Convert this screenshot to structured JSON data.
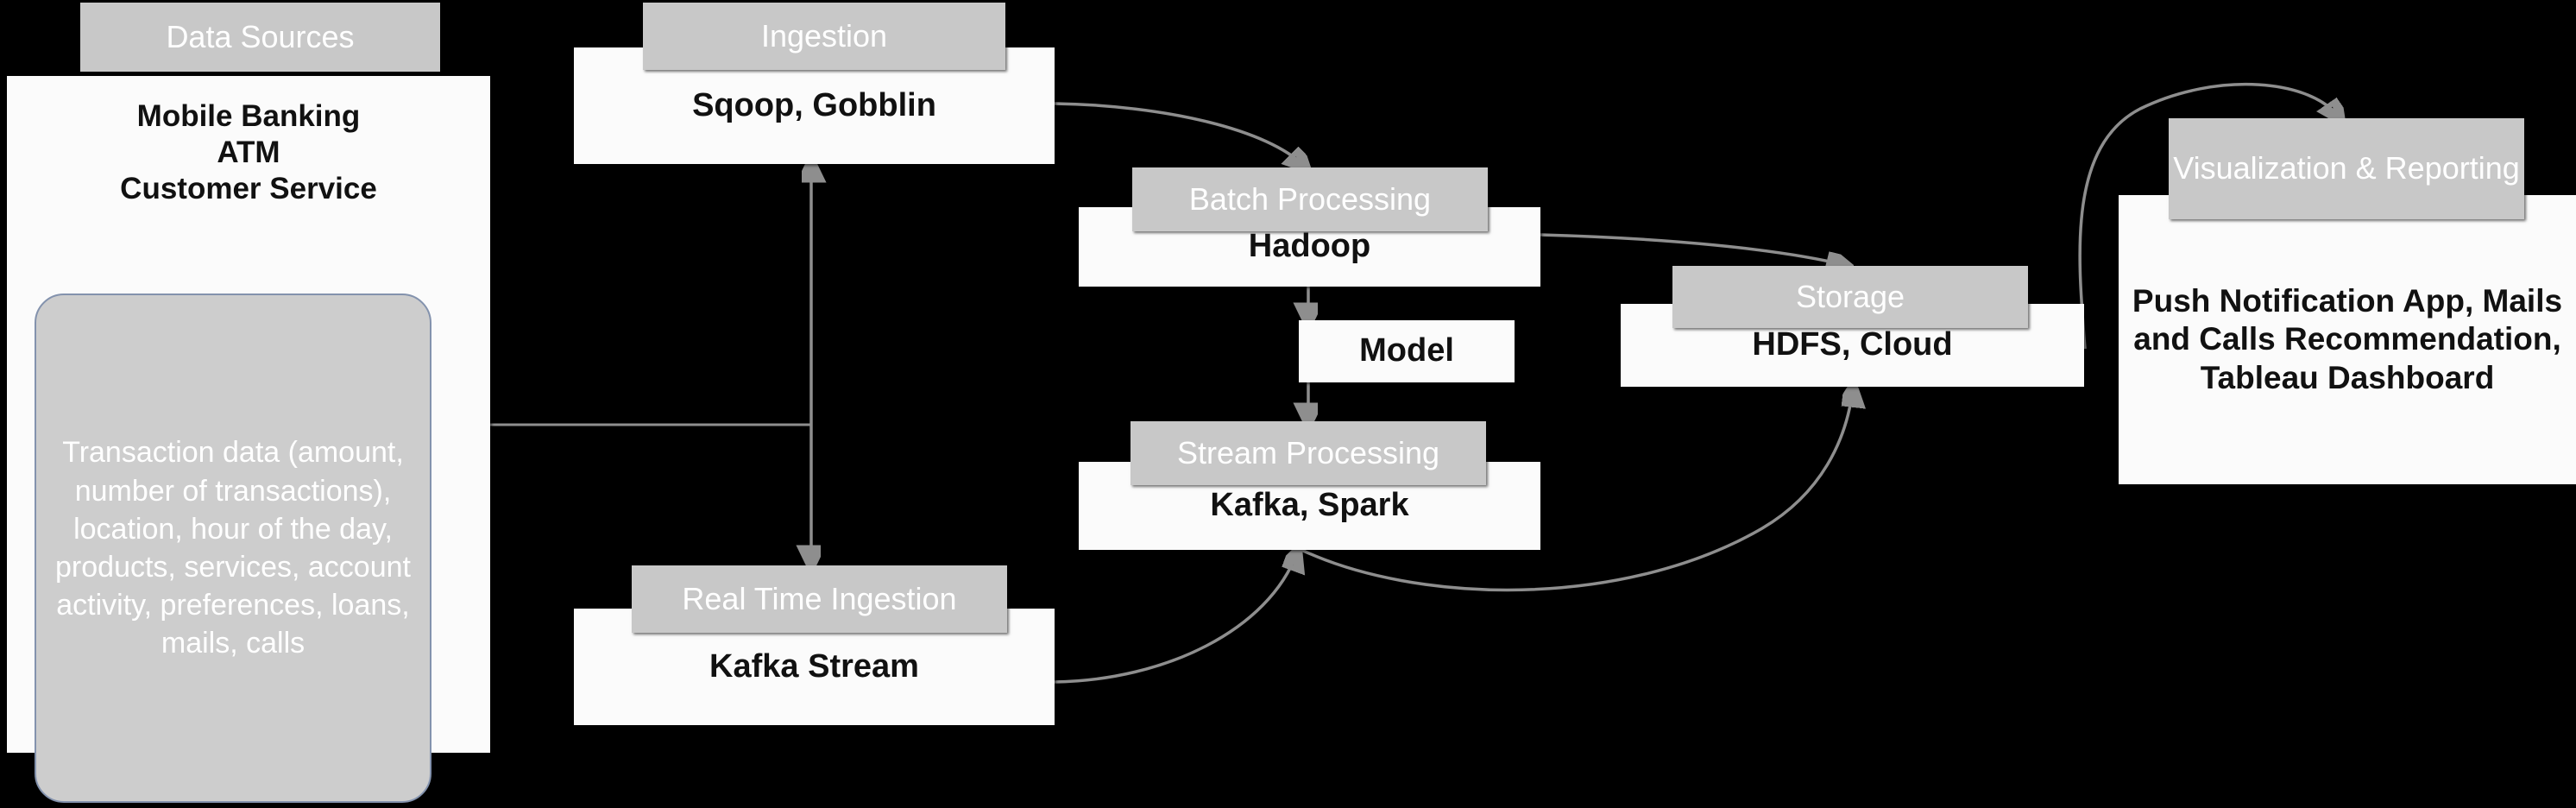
{
  "diagram": {
    "title": "Banking Big Data Pipeline Architecture",
    "background_color": "#000000",
    "header_color": "#c8c8c8",
    "body_color": "#fbfbfb",
    "edge_color": "#8e8e8e",
    "note_border_color": "#8392ad"
  },
  "nodes": {
    "data_sources": {
      "header": "Data Sources",
      "body": "Mobile Banking\nATM\nCustomer Service",
      "body_lines": [
        "Mobile Banking",
        "ATM",
        "Customer Service"
      ],
      "note": "Transaction data (amount, number of transactions), location, hour of the day, products, services, account activity, preferences, loans, mails, calls",
      "note_lines": [
        "Transaction data",
        "(amount, number of",
        "transactions),",
        "location, hour of the",
        "day, products,",
        "services, account",
        "activity, preferences,",
        "loans, mails, calls"
      ]
    },
    "ingestion": {
      "header": "Ingestion",
      "body": "Sqoop, Gobblin"
    },
    "real_time_ingestion": {
      "header": "Real Time Ingestion",
      "body": "Kafka Stream"
    },
    "batch_processing": {
      "header": "Batch Processing",
      "body": "Hadoop"
    },
    "model": {
      "body": "Model"
    },
    "stream_processing": {
      "header": "Stream Processing",
      "body": "Kafka, Spark"
    },
    "storage": {
      "header": "Storage",
      "body": "HDFS, Cloud"
    },
    "visualization": {
      "header": "Visualization & Reporting",
      "header_lines": [
        "Visualization &",
        "Reporting"
      ],
      "body": "Push Notification App, Mails and Calls Recommendation, Tableau Dashboard",
      "body_lines": [
        "Push Notification App,",
        "Mails and Calls",
        "Recommendation,",
        "Tableau Dashboard"
      ]
    }
  },
  "edges": [
    {
      "id": "sources-to-trunk",
      "from": "data-sources",
      "to": "vertical-trunk",
      "style": "orthogonal"
    },
    {
      "id": "trunk-to-ingestion",
      "from": "vertical-trunk",
      "to": "ingestion",
      "style": "arrow-up"
    },
    {
      "id": "trunk-to-realtime",
      "from": "vertical-trunk",
      "to": "real-time-ingestion",
      "style": "arrow-down"
    },
    {
      "id": "ingestion-to-batch",
      "from": "ingestion",
      "to": "batch-processing",
      "style": "curve"
    },
    {
      "id": "batch-to-model",
      "from": "batch-processing",
      "to": "model",
      "style": "straight-down"
    },
    {
      "id": "model-to-stream",
      "from": "model",
      "to": "stream-processing",
      "style": "arrow-down"
    },
    {
      "id": "batch-to-storage",
      "from": "batch-processing",
      "to": "storage",
      "style": "curve"
    },
    {
      "id": "realtime-to-stream",
      "from": "real-time-ingestion",
      "to": "stream-processing",
      "style": "curve"
    },
    {
      "id": "stream-to-storage",
      "from": "stream-processing",
      "to": "storage",
      "style": "curve"
    },
    {
      "id": "storage-to-visualization",
      "from": "storage",
      "to": "visualization",
      "style": "curve"
    }
  ]
}
